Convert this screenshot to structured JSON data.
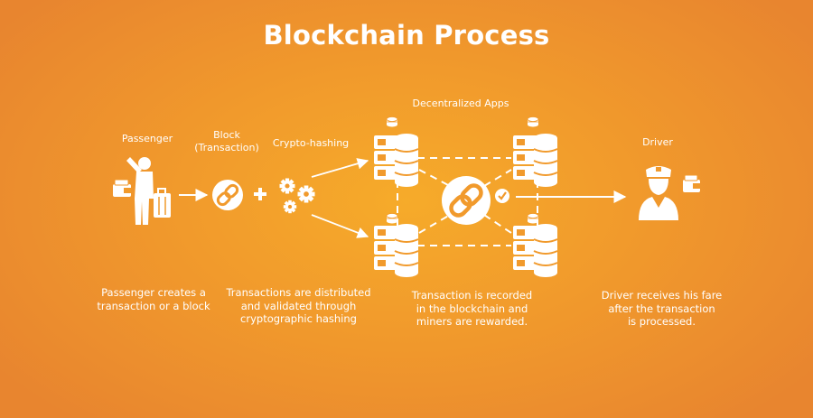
{
  "title": "Blockchain Process",
  "labels": {
    "passenger": "Passenger",
    "block_line1": "Block",
    "block_line2": "(Transaction)",
    "crypto": "Crypto-hashing",
    "dapps": "Decentralized Apps",
    "driver": "Driver"
  },
  "captions": {
    "passenger": [
      "Passenger creates a",
      "transaction or a block"
    ],
    "crypto": [
      "Transactions are distributed",
      "and validated through",
      "cryptographic hashing"
    ],
    "blockchain": [
      "Transaction is recorded",
      "in the blockchain and",
      "miners are rewarded."
    ],
    "driver": [
      "Driver receives his fare",
      "after the transaction",
      "is processed."
    ]
  },
  "colors": {
    "accent_orange": "#f19a2c",
    "foreground": "#ffffff"
  },
  "icons": [
    "passenger-icon",
    "wallet-icon",
    "suitcase-icon",
    "chain-link-icon",
    "plus-icon",
    "gears-icon",
    "server-icon",
    "coins-icon",
    "checkmark-icon",
    "driver-icon"
  ]
}
